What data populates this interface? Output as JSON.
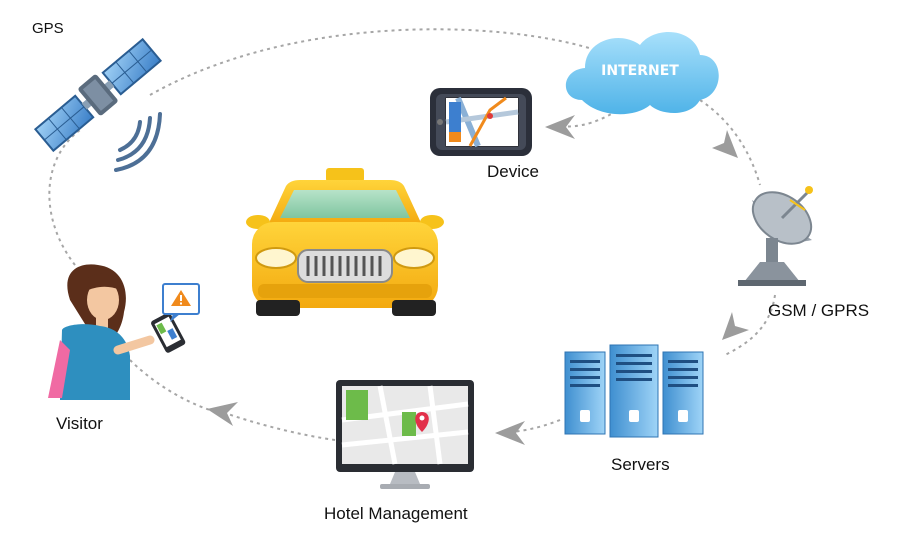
{
  "diagram": {
    "nodes": {
      "gps": {
        "label": "GPS",
        "icon": "satellite-icon"
      },
      "internet": {
        "label": "INTERNET",
        "icon": "cloud-icon"
      },
      "device": {
        "label": "Device",
        "icon": "gps-navigator-icon"
      },
      "gsm": {
        "label": "GSM / GPRS",
        "icon": "satellite-dish-icon"
      },
      "servers": {
        "label": "Servers",
        "icon": "server-rack-icon"
      },
      "hotel": {
        "label": "Hotel Management",
        "icon": "monitor-map-icon"
      },
      "visitor": {
        "label": "Visitor",
        "icon": "woman-with-phone-icon"
      },
      "taxi": {
        "label": "",
        "icon": "taxi-car-icon"
      }
    },
    "flow": [
      "internet",
      "device",
      "gsm",
      "servers",
      "hotel",
      "visitor",
      "gps"
    ],
    "colors": {
      "taxi_yellow": "#f6c21a",
      "cloud_blue": "#6cc3ee",
      "server_blue": "#4a9fd8",
      "arrow_gray": "#9a9a9a",
      "map_green": "#6dbb4a",
      "alert_orange": "#f08a1c"
    }
  }
}
